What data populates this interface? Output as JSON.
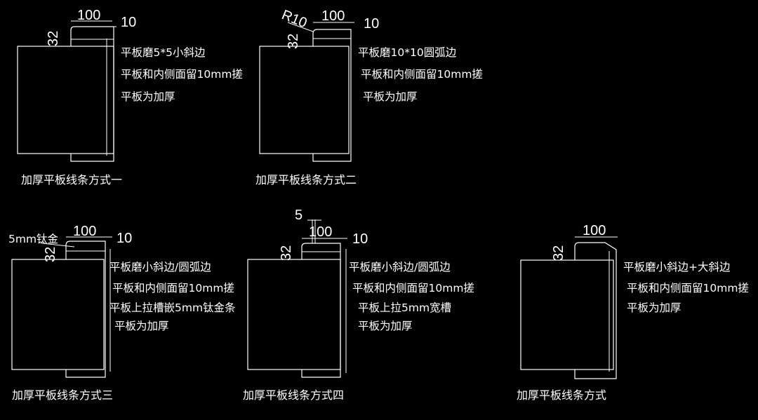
{
  "details": [
    {
      "caption": "加厚平板线条方式一",
      "dims": {
        "width": "100",
        "edge": "10",
        "thickness": "32"
      },
      "notes": [
        "平板磨5*5小斜边",
        "平板和内侧面留10mm搓",
        "平板为加厚"
      ]
    },
    {
      "caption": "加厚平板线条方式二",
      "dims": {
        "radius": "R10",
        "width": "100",
        "edge": "10",
        "thickness": "32"
      },
      "notes": [
        "平板磨10*10圆弧边",
        "平板和内侧面留10mm搓",
        "平板为加厚"
      ]
    },
    {
      "caption": "加厚平板线条方式三",
      "dims": {
        "material": "5mm钛金",
        "width": "100",
        "edge": "10",
        "thickness": "32"
      },
      "notes": [
        "平板磨小斜边/圆弧边",
        "平板和内侧面留10mm搓",
        "平板上拉槽嵌5mm钛金条",
        "平板为加厚"
      ]
    },
    {
      "caption": "加厚平板线条方式四",
      "dims": {
        "groove": "5",
        "width": "100",
        "edge": "10",
        "thickness": "32"
      },
      "notes": [
        "平板磨小斜边/圆弧边",
        "平板和内侧面留10mm搓",
        "平板上拉5mm宽槽",
        "平板为加厚"
      ]
    },
    {
      "caption": "加厚平板线条方式",
      "dims": {
        "width": "100",
        "thickness": "32"
      },
      "notes": [
        "平板磨小斜边+大斜边",
        "平板和内侧面留10mm搓",
        "平板为加厚"
      ]
    }
  ]
}
